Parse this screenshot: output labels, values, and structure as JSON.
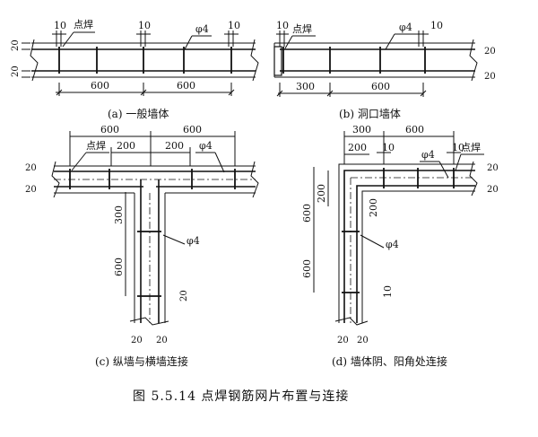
{
  "labels": {
    "spot_weld": "点焊",
    "phi4": "φ4"
  },
  "dims": {
    "d10": "10",
    "d20": "20",
    "d200": "200",
    "d300": "300",
    "d600": "600"
  },
  "subcaptions": {
    "a": "(a) 一般墙体",
    "b": "(b) 洞口墙体",
    "c": "(c) 纵墙与横墙连接",
    "d": "(d) 墙体阴、阳角处连接"
  },
  "figure_caption": "图 5.5.14    点焊钢筋网片布置与连接"
}
